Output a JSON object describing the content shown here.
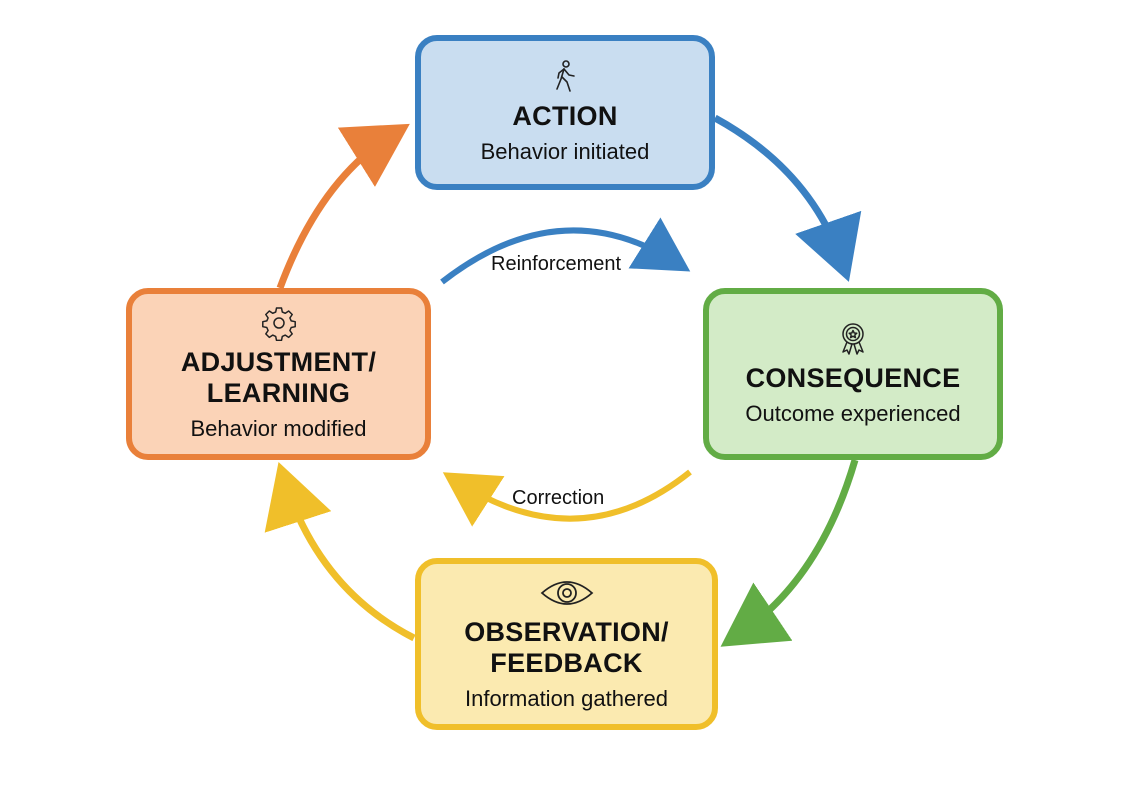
{
  "diagram": {
    "type": "cycle",
    "nodes": [
      {
        "id": "action",
        "icon": "walking-person-icon",
        "title": "ACTION",
        "subtitle": "Behavior initiated",
        "color": "#3a80c2",
        "fill": "#c9ddf0"
      },
      {
        "id": "consequence",
        "icon": "award-ribbon-icon",
        "title": "CONSEQUENCE",
        "subtitle": "Outcome experienced",
        "color": "#62ac45",
        "fill": "#d3ebc7"
      },
      {
        "id": "observation",
        "icon": "eye-icon",
        "title": "OBSERVATION/\nFEEDBACK",
        "title_line1": "OBSERVATION/",
        "title_line2": "FEEDBACK",
        "subtitle": "Information gathered",
        "color": "#f0bf2a",
        "fill": "#fbeab0"
      },
      {
        "id": "adjustment",
        "icon": "gear-icon",
        "title": "ADJUSTMENT/\nLEARNING",
        "title_line1": "ADJUSTMENT/",
        "title_line2": "LEARNING",
        "subtitle": "Behavior modified",
        "color": "#e9803a",
        "fill": "#fbd3b7"
      }
    ],
    "edges": [
      {
        "from": "action",
        "to": "consequence",
        "color": "#3a80c2"
      },
      {
        "from": "consequence",
        "to": "observation",
        "color": "#62ac45"
      },
      {
        "from": "observation",
        "to": "adjustment",
        "color": "#f0bf2a"
      },
      {
        "from": "adjustment",
        "to": "action",
        "color": "#e9803a"
      }
    ],
    "inner_edges": [
      {
        "label": "Reinforcement",
        "direction": "left-to-right",
        "color": "#3a80c2"
      },
      {
        "label": "Correction",
        "direction": "right-to-left",
        "color": "#f0bf2a"
      }
    ]
  }
}
